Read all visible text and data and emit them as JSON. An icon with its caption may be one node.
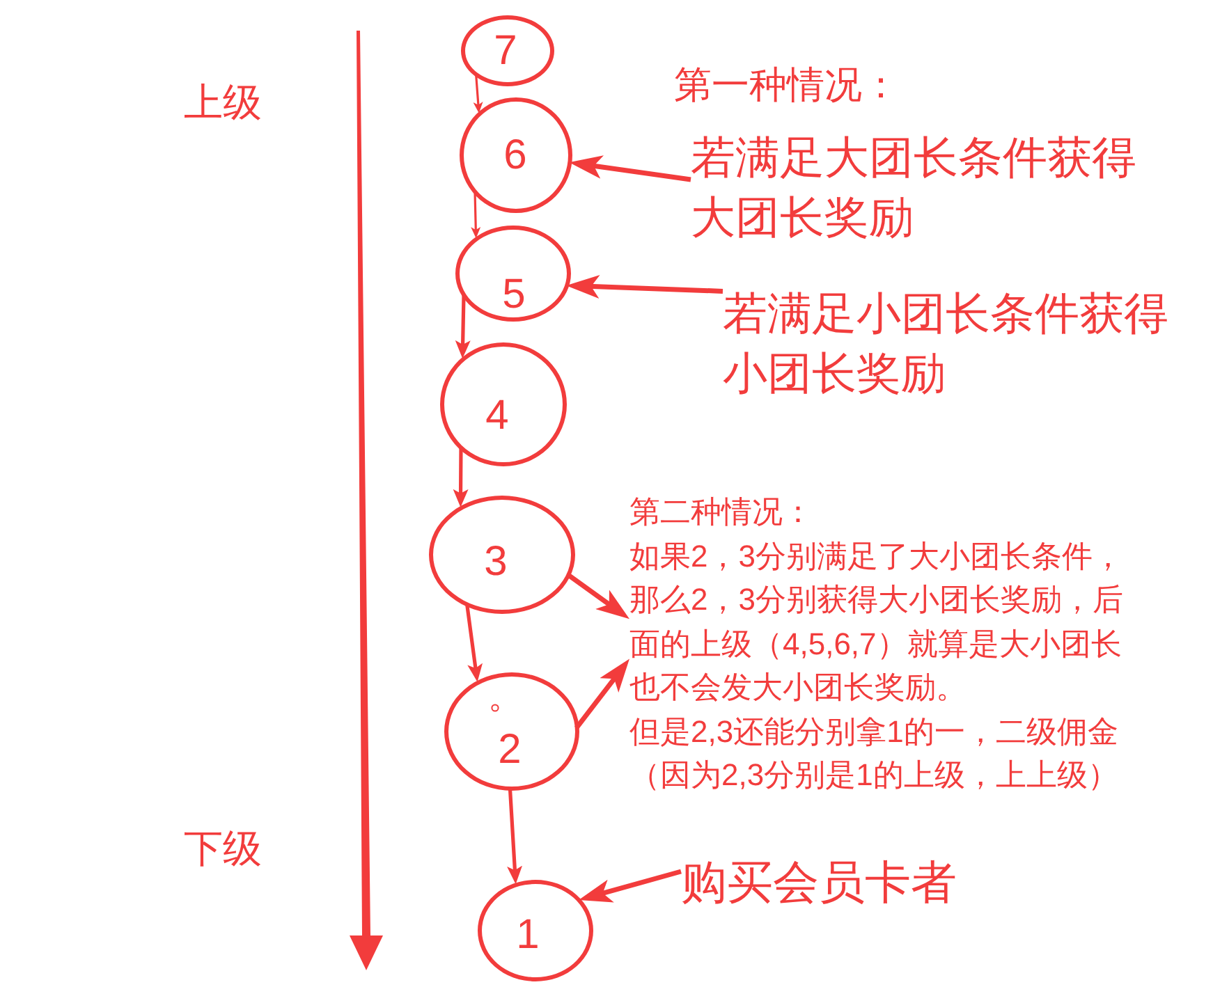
{
  "diagram": {
    "nodes": [
      {
        "text": [
          "7"
        ]
      },
      {
        "text": [
          "6"
        ]
      },
      {
        "text": [
          "5"
        ]
      },
      {
        "text": [
          "4"
        ]
      },
      {
        "text": [
          "3"
        ]
      },
      {
        "text": [
          "2"
        ]
      },
      {
        "text": [
          "1"
        ]
      },
      {
        "text": [
          "若满足大团长条件获得大团长奖励"
        ]
      },
      {
        "text": [
          "若满足小团长条件获得小团长奖励"
        ]
      },
      {
        "text": [
          "第二种情况：",
          "如果2，3分别满足了大小团长条件，那么2，3分别获得大小团长奖励，后面的上级（4,5,6,7）就算是大小团长也不会发大小团长奖励。",
          "但是2,3还能分别拿1的一，二级佣金（因为2,3分别是1的上级，上上级）"
        ]
      },
      {
        "text": [
          "购买会员卡者"
        ]
      }
    ],
    "edges": [
      {
        "from": 0,
        "to": 1,
        "arrow": "to"
      },
      {
        "from": 1,
        "to": 2,
        "arrow": "to"
      },
      {
        "from": 2,
        "to": 3,
        "arrow": "to"
      },
      {
        "from": 3,
        "to": 4,
        "arrow": "to"
      },
      {
        "from": 4,
        "to": 5,
        "arrow": "to"
      },
      {
        "from": 5,
        "to": 6,
        "arrow": "to"
      },
      {
        "from": 7,
        "to": 1,
        "arrow": "to"
      },
      {
        "from": 8,
        "to": 2,
        "arrow": "to"
      },
      {
        "from": 4,
        "to": 9,
        "arrow": "to"
      },
      {
        "from": 5,
        "to": 9,
        "arrow": "to"
      },
      {
        "from": 10,
        "to": 6,
        "arrow": "to"
      }
    ],
    "labels": [
      "上级",
      "第一种情况：",
      "下级"
    ]
  }
}
